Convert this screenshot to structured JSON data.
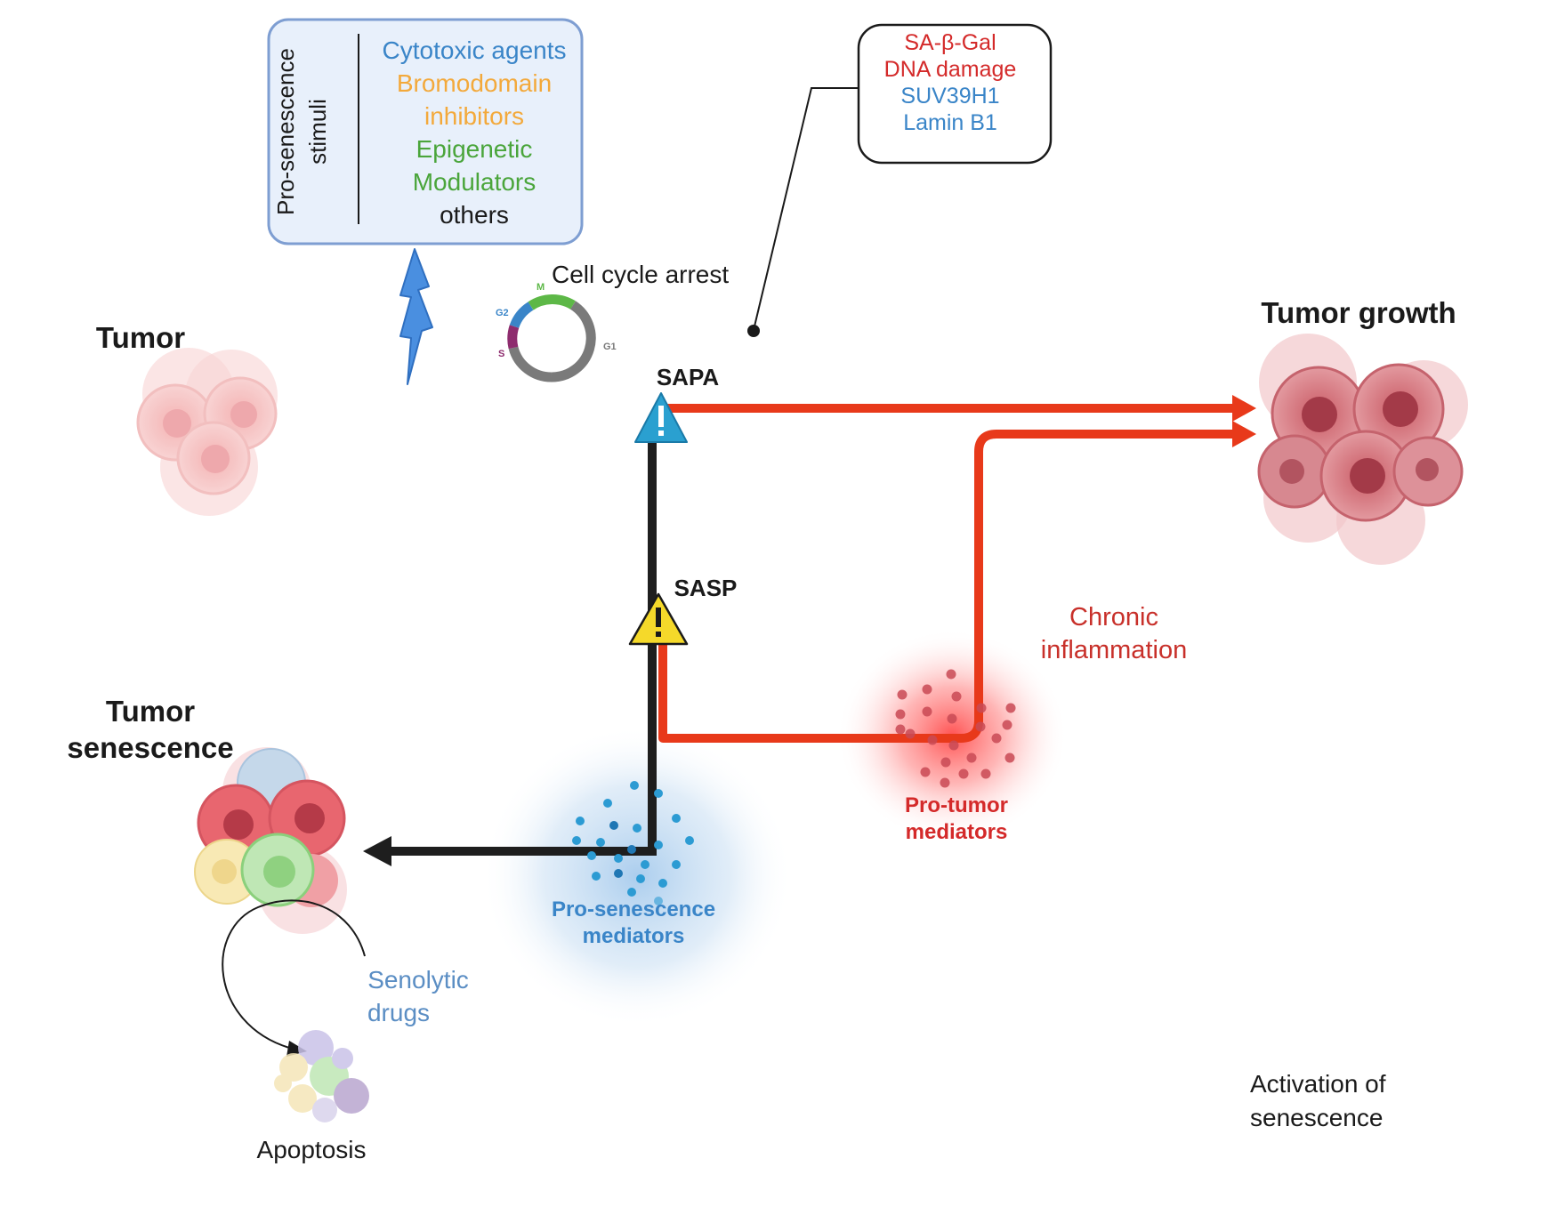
{
  "stimuli_box": {
    "heading_line1": "Pro-senescence",
    "heading_line2": "stimuli",
    "items": [
      {
        "text": "Cytotoxic agents",
        "color": "#3a85c8"
      },
      {
        "text": "Bromodomain",
        "color": "#f3a93b"
      },
      {
        "text": "inhibitors",
        "color": "#f3a93b"
      },
      {
        "text": "Epigenetic",
        "color": "#4aa53b"
      },
      {
        "text": "Modulators",
        "color": "#4aa53b"
      },
      {
        "text": "others",
        "color": "#1a1a1a"
      }
    ],
    "fill": "#e8f0fb",
    "border": "#7e9ed2"
  },
  "markers_box": {
    "items": [
      {
        "text": "SA-β-Gal",
        "color": "#d42a2a"
      },
      {
        "text": "DNA damage",
        "color": "#d42a2a"
      },
      {
        "text": "SUV39H1",
        "color": "#3a85c8"
      },
      {
        "text": "Lamin B1",
        "color": "#3a85c8"
      }
    ]
  },
  "cell_cycle": {
    "label": "Cell cycle arrest",
    "phases": [
      {
        "name": "M",
        "color": "#5db847"
      },
      {
        "name": "G2",
        "color": "#3a85c8"
      },
      {
        "name": "S",
        "color": "#8e2c6e"
      },
      {
        "name": "G1",
        "color": "#7a7a7a"
      }
    ]
  },
  "labels": {
    "tumor": "Tumor",
    "tumor_growth": "Tumor growth",
    "sapa": "SAPA",
    "sasp": "SASP",
    "tumor_senescence_line1": "Tumor",
    "tumor_senescence_line2": "senescence",
    "chronic_line1": "Chronic",
    "chronic_line2": "inflammation",
    "pro_tumor_line1": "Pro-tumor",
    "pro_tumor_line2": "mediators",
    "pro_sen_line1": "Pro-senescence",
    "pro_sen_line2": "mediators",
    "senolytic_line1": "Senolytic",
    "senolytic_line2": "drugs",
    "apoptosis": "Apoptosis",
    "activation_line1": "Activation of",
    "activation_line2": "senescence"
  },
  "colors": {
    "red_path": "#e8391a",
    "black_path": "#1e1e1e",
    "sapa_warning": "#2aa0d0",
    "sasp_warning": "#f5d92a",
    "pro_tumor_text": "#d42a2a",
    "pro_sen_text": "#3a85c8",
    "senolytic_text": "#5b8ec4",
    "lightning": "#4a8fe0"
  }
}
